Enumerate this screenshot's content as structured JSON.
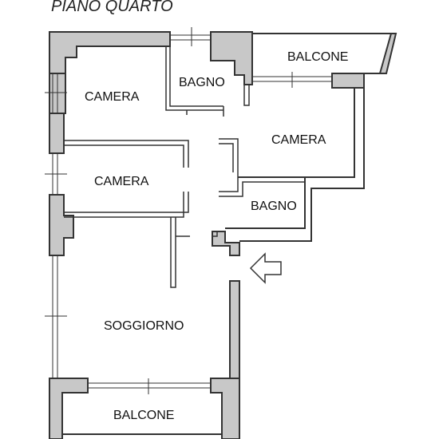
{
  "floor": {
    "title": "PIANO QUARTO"
  },
  "rooms": {
    "bagno_top": "BAGNO",
    "balcone_top": "BALCONE",
    "camera_top_left": "CAMERA",
    "camera_right": "CAMERA",
    "camera_middle_left": "CAMERA",
    "bagno_right": "BAGNO",
    "soggiorno": "SOGGIORNO",
    "balcone_bottom": "BALCONE"
  },
  "entrance": {
    "icon": "arrow-left-icon"
  },
  "colors": {
    "wall_fill": "#c8c8c8",
    "line": "#333333",
    "background": "#ffffff"
  }
}
